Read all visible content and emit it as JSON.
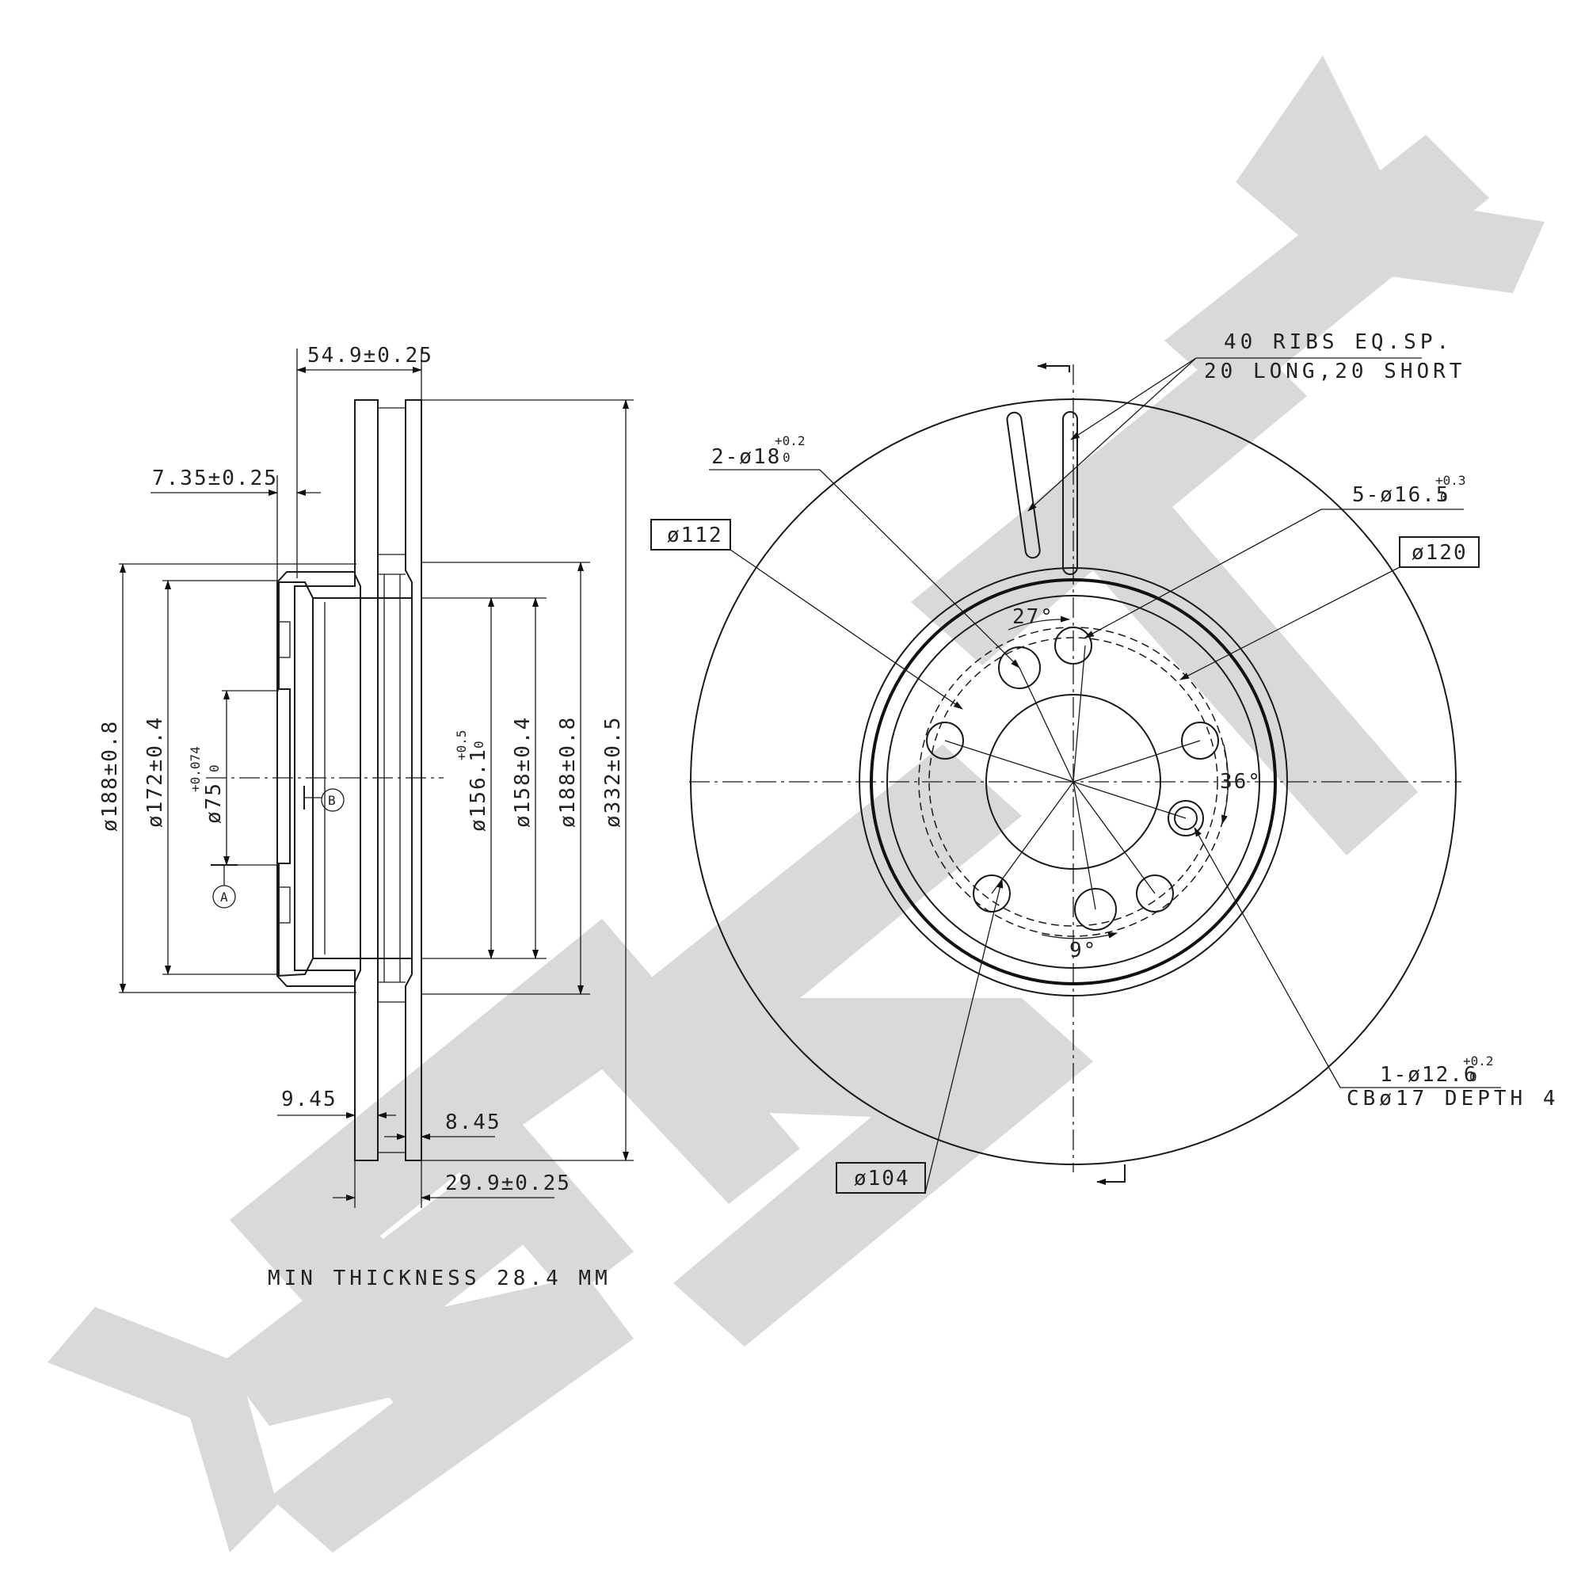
{
  "watermark": {
    "color": "#d9d9d9"
  },
  "side_view": {
    "dims": {
      "overall_width": "54.9±0.25",
      "hat_offset": "7.35±0.25",
      "d_188_left": "ø188±0.8",
      "d_172": "ø172±0.4",
      "d_75": "ø75",
      "d_75_tol_upper": "+0.074",
      "d_75_tol_lower": "0",
      "d_156": "ø156.1",
      "d_156_tol_upper": "+0.5",
      "d_156_tol_lower": "0",
      "d_158": "ø158±0.4",
      "d_188_right": "ø188±0.8",
      "d_332": "ø332±0.5",
      "plate_inner": "9.45",
      "plate_outer": "8.45",
      "disc_thickness": "29.9±0.25"
    },
    "datum_a": "A",
    "datum_b": "B",
    "min_thickness_note": "MIN THICKNESS 28.4 MM"
  },
  "front_view": {
    "ribs_note_line1": "40 RIBS EQ.SP.",
    "ribs_note_line2": "20 LONG,20 SHORT",
    "holes_18": "2-ø18",
    "holes_18_tol_upper": "+0.2",
    "holes_18_tol_lower": "0",
    "holes_16": "5-ø16.5",
    "holes_16_tol_upper": "+0.3",
    "holes_16_tol_lower": "0",
    "holes_12": "1-ø12.6",
    "holes_12_tol_upper": "+0.2",
    "holes_12_tol_lower": "0",
    "counterbore": "CBø17 DEPTH 4",
    "box_112": "ø112",
    "box_120": "ø120",
    "box_104": "ø104",
    "angle_27": "27°",
    "angle_36": "36°",
    "angle_9": "9°"
  }
}
